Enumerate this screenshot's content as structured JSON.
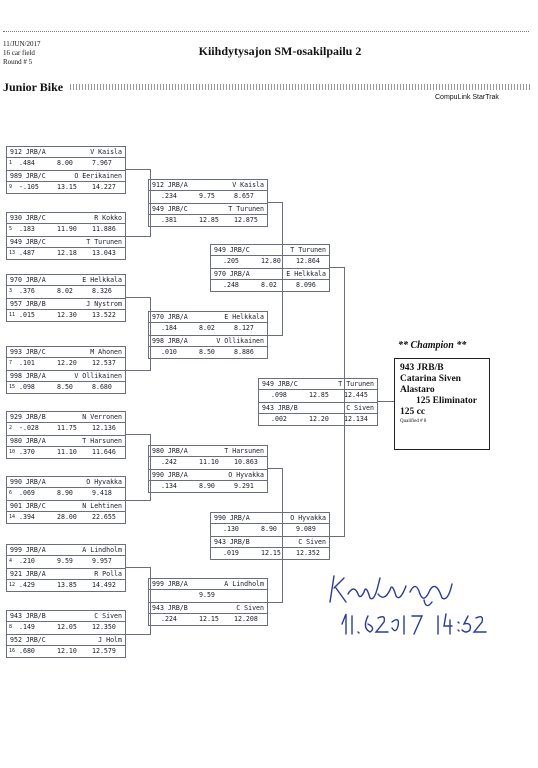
{
  "header": {
    "date": "11/JUN/2017",
    "field": "16 car field",
    "round": "Round # 5",
    "title": "Kiihdytysajon SM-osakilpailu 2",
    "class_name": "Junior Bike",
    "brand": "CompuLink StarTrak"
  },
  "round1": [
    {
      "a_num": "912 JRB/A",
      "a_name": "V Kaisla",
      "a_lane": "1",
      "a_rt": ".484",
      "a_et": "8.00",
      "a_sp": "7.967",
      "b_num": "989 JRB/C",
      "b_name": "O Eerikainen",
      "b_lane": "9",
      "b_rt": "-.105",
      "b_et": "13.15",
      "b_sp": "14.227"
    },
    {
      "a_num": "930 JRB/C",
      "a_name": "R Kokko",
      "a_lane": "5",
      "a_rt": ".183",
      "a_et": "11.90",
      "a_sp": "11.886",
      "b_num": "949 JRB/C",
      "b_name": "T Turunen",
      "b_lane": "13",
      "b_rt": ".487",
      "b_et": "12.18",
      "b_sp": "13.043"
    },
    {
      "a_num": "970 JRB/A",
      "a_name": "E Helkkala",
      "a_lane": "3",
      "a_rt": ".376",
      "a_et": "8.02",
      "a_sp": "8.326",
      "b_num": "957 JRB/B",
      "b_name": "J Nystrom",
      "b_lane": "11",
      "b_rt": ".015",
      "b_et": "12.30",
      "b_sp": "13.522"
    },
    {
      "a_num": "993 JRB/C",
      "a_name": "M Ahonen",
      "a_lane": "7",
      "a_rt": ".101",
      "a_et": "12.20",
      "a_sp": "12.537",
      "b_num": "998 JRB/A",
      "b_name": "V Ollikainen",
      "b_lane": "15",
      "b_rt": ".098",
      "b_et": "8.50",
      "b_sp": "8.680"
    },
    {
      "a_num": "929 JRB/B",
      "a_name": "N Verronen",
      "a_lane": "2",
      "a_rt": "-.028",
      "a_et": "11.75",
      "a_sp": "12.136",
      "b_num": "980 JRB/A",
      "b_name": "T Harsunen",
      "b_lane": "10",
      "b_rt": ".370",
      "b_et": "11.10",
      "b_sp": "11.646"
    },
    {
      "a_num": "990 JRB/A",
      "a_name": "O Hyvakka",
      "a_lane": "6",
      "a_rt": ".069",
      "a_et": "8.90",
      "a_sp": "9.418",
      "b_num": "901 JRB/C",
      "b_name": "N Lehtinen",
      "b_lane": "14",
      "b_rt": ".394",
      "b_et": "28.00",
      "b_sp": "22.655"
    },
    {
      "a_num": "999 JRB/A",
      "a_name": "A Lindholm",
      "a_lane": "4",
      "a_rt": ".210",
      "a_et": "9.59",
      "a_sp": "9.957",
      "b_num": "921 JRB/A",
      "b_name": "R Polla",
      "b_lane": "12",
      "b_rt": ".429",
      "b_et": "13.85",
      "b_sp": "14.492"
    },
    {
      "a_num": "943 JRB/B",
      "a_name": "C Siven",
      "a_lane": "8",
      "a_rt": ".149",
      "a_et": "12.05",
      "a_sp": "12.350",
      "b_num": "952 JRB/C",
      "b_name": "J Holm",
      "b_lane": "16",
      "b_rt": ".680",
      "b_et": "12.10",
      "b_sp": "12.579"
    }
  ],
  "round2": [
    {
      "a_num": "912 JRB/A",
      "a_name": "V Kaisla",
      "a_rt": ".234",
      "a_et": "9.75",
      "a_sp": "8.657",
      "b_num": "949 JRB/C",
      "b_name": "T Turunen",
      "b_rt": ".381",
      "b_et": "12.85",
      "b_sp": "12.875"
    },
    {
      "a_num": "970 JRB/A",
      "a_name": "E Helkkala",
      "a_rt": ".184",
      "a_et": "8.02",
      "a_sp": "8.127",
      "b_num": "998 JRB/A",
      "b_name": "V Ollikainen",
      "b_rt": ".010",
      "b_et": "8.50",
      "b_sp": "8.886"
    },
    {
      "a_num": "980 JRB/A",
      "a_name": "T Harsunen",
      "a_rt": ".242",
      "a_et": "11.10",
      "a_sp": "10.863",
      "b_num": "990 JRB/A",
      "b_name": "O Hyvakka",
      "b_rt": ".134",
      "b_et": "8.90",
      "b_sp": "9.291"
    },
    {
      "a_num": "999 JRB/A",
      "a_name": "A Lindholm",
      "a_rt": "",
      "a_et": "9.59",
      "a_sp": "",
      "b_num": "943 JRB/B",
      "b_name": "C Siven",
      "b_rt": ".224",
      "b_et": "12.15",
      "b_sp": "12.208"
    }
  ],
  "round3": [
    {
      "a_num": "949 JRB/C",
      "a_name": "T Turunen",
      "a_rt": ".205",
      "a_et": "12.80",
      "a_sp": "12.864",
      "b_num": "970 JRB/A",
      "b_name": "E Helkkala",
      "b_rt": ".248",
      "b_et": "8.02",
      "b_sp": "8.096"
    },
    {
      "a_num": "990 JRB/A",
      "a_name": "O Hyvakka",
      "a_rt": ".130",
      "a_et": "8.90",
      "a_sp": "9.089",
      "b_num": "943 JRB/B",
      "b_name": "C Siven",
      "b_rt": ".019",
      "b_et": "12.15",
      "b_sp": "12.352"
    }
  ],
  "final": {
    "a_num": "949 JRB/C",
    "a_name": "T Turunen",
    "a_rt": ".098",
    "a_et": "12.85",
    "a_sp": "12.445",
    "b_num": "943 JRB/B",
    "b_name": "C Siven",
    "b_rt": ".002",
    "b_et": "12.20",
    "b_sp": "12.134"
  },
  "champion": {
    "heading": "** Champion **",
    "number": "943 JRB/B",
    "name": "Catarina Siven",
    "town": "Alastaro",
    "category": "125 Eliminator",
    "cc": "125 cc",
    "qualified": "Qualified # 8"
  },
  "signature": {
    "scrawl": "Kaisla",
    "date": "11.6.2017",
    "time": "14:52"
  }
}
